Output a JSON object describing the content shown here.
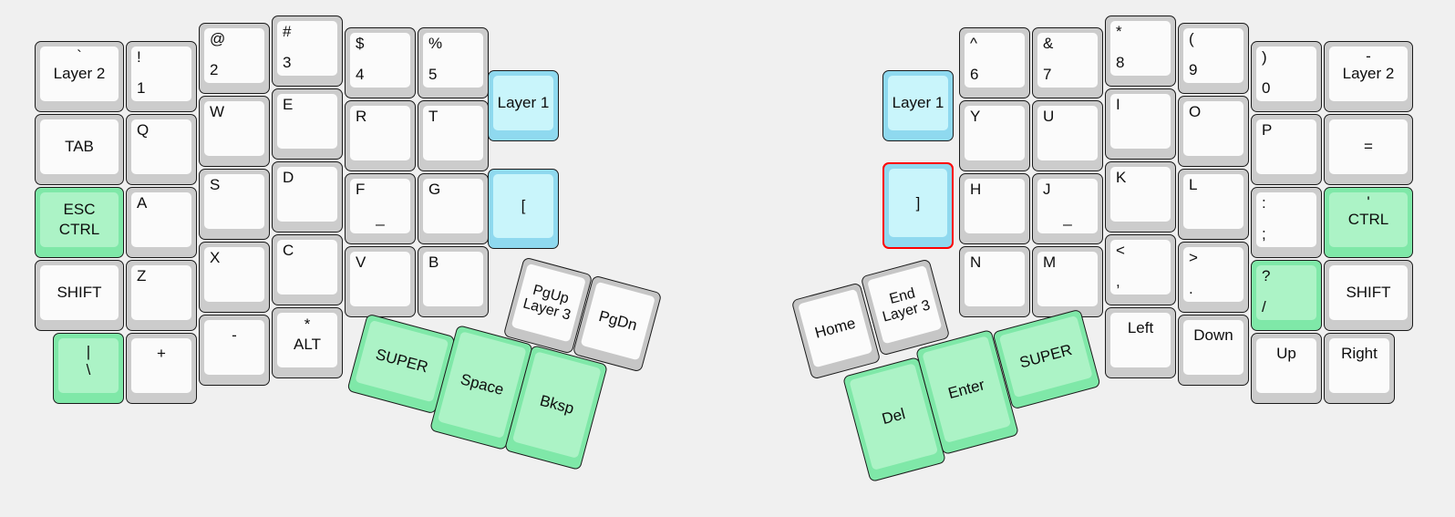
{
  "meta": {
    "title": "Split ergonomic keyboard layout",
    "background_color": "#f0f0f0"
  },
  "colors": {
    "key_skirt": "#cccccc",
    "key_cap": "#fbfbfb",
    "green_skirt": "#7fe8a8",
    "green_cap": "#acf3c6",
    "cyan_skirt": "#8fd9ef",
    "cyan_cap": "#c9f5fb",
    "selection_border": "#ff0000",
    "legend": "#0d0d0d"
  },
  "left_half": {
    "name": "left-keyboard-half",
    "keys": [
      {
        "id": "l-c1-r1",
        "top": "`",
        "main": "Layer 2",
        "style": "plain"
      },
      {
        "id": "l-c1-r2",
        "top": "",
        "main": "TAB",
        "style": "plain"
      },
      {
        "id": "l-c1-r3",
        "top": "ESC",
        "main": "CTRL",
        "style": "green"
      },
      {
        "id": "l-c1-r4",
        "top": "",
        "main": "SHIFT",
        "style": "plain"
      },
      {
        "id": "l-c1-r5",
        "top": "|",
        "main": "\\",
        "style": "green"
      },
      {
        "id": "l-c2-r1",
        "top": "!",
        "main": "1",
        "style": "plain"
      },
      {
        "id": "l-c2-r2",
        "top": "Q",
        "main": "",
        "style": "plain"
      },
      {
        "id": "l-c2-r3",
        "top": "A",
        "main": "",
        "style": "plain"
      },
      {
        "id": "l-c2-r4",
        "top": "Z",
        "main": "",
        "style": "plain"
      },
      {
        "id": "l-c2-r5",
        "top": "",
        "main": "+",
        "style": "plain"
      },
      {
        "id": "l-c3-r1",
        "top": "@",
        "main": "2",
        "style": "plain"
      },
      {
        "id": "l-c3-r2",
        "top": "W",
        "main": "",
        "style": "plain"
      },
      {
        "id": "l-c3-r3",
        "top": "S",
        "main": "",
        "style": "plain"
      },
      {
        "id": "l-c3-r4",
        "top": "X",
        "main": "",
        "style": "plain"
      },
      {
        "id": "l-c3-r5",
        "top": "",
        "main": "-",
        "style": "plain"
      },
      {
        "id": "l-c4-r1",
        "top": "#",
        "main": "3",
        "style": "plain"
      },
      {
        "id": "l-c4-r2",
        "top": "E",
        "main": "",
        "style": "plain"
      },
      {
        "id": "l-c4-r3",
        "top": "D",
        "main": "",
        "style": "plain"
      },
      {
        "id": "l-c4-r4",
        "top": "C",
        "main": "",
        "style": "plain"
      },
      {
        "id": "l-c4-r5",
        "top": "*",
        "main": "ALT",
        "style": "plain"
      },
      {
        "id": "l-c5-r1",
        "top": "$",
        "main": "4",
        "style": "plain"
      },
      {
        "id": "l-c5-r2",
        "top": "R",
        "main": "",
        "style": "plain"
      },
      {
        "id": "l-c5-r3",
        "top": "F",
        "main": "",
        "style": "plain",
        "homing": "_"
      },
      {
        "id": "l-c5-r4",
        "top": "V",
        "main": "",
        "style": "plain"
      },
      {
        "id": "l-c6-r1",
        "top": "%",
        "main": "5",
        "style": "plain"
      },
      {
        "id": "l-c6-r2",
        "top": "T",
        "main": "",
        "style": "plain"
      },
      {
        "id": "l-c6-r3",
        "top": "G",
        "main": "",
        "style": "plain"
      },
      {
        "id": "l-c6-r4",
        "top": "B",
        "main": "",
        "style": "plain"
      },
      {
        "id": "l-c7-r1",
        "top": "",
        "main": "Layer 1",
        "style": "cyan"
      },
      {
        "id": "l-c7-r2",
        "top": "",
        "main": "[",
        "style": "cyan"
      }
    ],
    "thumb_keys": [
      {
        "id": "l-thumb-super",
        "label": "SUPER",
        "style": "green"
      },
      {
        "id": "l-thumb-pgup",
        "label": "PgUp\nLayer 3",
        "style": "plain"
      },
      {
        "id": "l-thumb-pgdn",
        "label": "PgDn",
        "style": "plain"
      },
      {
        "id": "l-thumb-space",
        "label": "Space",
        "style": "green"
      },
      {
        "id": "l-thumb-bksp",
        "label": "Bksp",
        "style": "green"
      }
    ]
  },
  "right_half": {
    "name": "right-keyboard-half",
    "keys": [
      {
        "id": "r-c1-r1",
        "top": "",
        "main": "Layer 1",
        "style": "cyan"
      },
      {
        "id": "r-c1-r2",
        "top": "",
        "main": "]",
        "style": "cyan",
        "selected": true
      },
      {
        "id": "r-c2-r1",
        "top": "^",
        "main": "6",
        "style": "plain"
      },
      {
        "id": "r-c2-r2",
        "top": "Y",
        "main": "",
        "style": "plain"
      },
      {
        "id": "r-c2-r3",
        "top": "H",
        "main": "",
        "style": "plain"
      },
      {
        "id": "r-c2-r4",
        "top": "N",
        "main": "",
        "style": "plain"
      },
      {
        "id": "r-c3-r1",
        "top": "&",
        "main": "7",
        "style": "plain"
      },
      {
        "id": "r-c3-r2",
        "top": "U",
        "main": "",
        "style": "plain"
      },
      {
        "id": "r-c3-r3",
        "top": "J",
        "main": "",
        "style": "plain",
        "homing": "_"
      },
      {
        "id": "r-c3-r4",
        "top": "M",
        "main": "",
        "style": "plain"
      },
      {
        "id": "r-c4-r1",
        "top": "*",
        "main": "8",
        "style": "plain"
      },
      {
        "id": "r-c4-r2",
        "top": "I",
        "main": "",
        "style": "plain"
      },
      {
        "id": "r-c4-r3",
        "top": "K",
        "main": "",
        "style": "plain"
      },
      {
        "id": "r-c4-r4",
        "top": "<",
        "main": ",",
        "style": "plain"
      },
      {
        "id": "r-c4-r5",
        "top": "",
        "main": "Left",
        "style": "plain"
      },
      {
        "id": "r-c5-r1",
        "top": "(",
        "main": "9",
        "style": "plain"
      },
      {
        "id": "r-c5-r2",
        "top": "O",
        "main": "",
        "style": "plain"
      },
      {
        "id": "r-c5-r3",
        "top": "L",
        "main": "",
        "style": "plain"
      },
      {
        "id": "r-c5-r4",
        "top": ">",
        "main": ".",
        "style": "plain"
      },
      {
        "id": "r-c5-r5",
        "top": "",
        "main": "Down",
        "style": "plain"
      },
      {
        "id": "r-c6-r1",
        "top": ")",
        "main": "0",
        "style": "plain"
      },
      {
        "id": "r-c6-r2",
        "top": "P",
        "main": "",
        "style": "plain"
      },
      {
        "id": "r-c6-r3",
        "top": ":",
        "main": ";",
        "style": "plain"
      },
      {
        "id": "r-c6-r4",
        "top": "?",
        "main": "/",
        "style": "green"
      },
      {
        "id": "r-c6-r5",
        "top": "",
        "main": "Up",
        "style": "plain"
      },
      {
        "id": "r-c7-r1",
        "top": "-",
        "main": "Layer 2",
        "style": "plain"
      },
      {
        "id": "r-c7-r2",
        "top": "",
        "main": "=",
        "style": "plain"
      },
      {
        "id": "r-c7-r3",
        "top": "'",
        "main": "CTRL",
        "style": "green"
      },
      {
        "id": "r-c7-r4",
        "top": "",
        "main": "SHIFT",
        "style": "plain"
      },
      {
        "id": "r-c7-r5",
        "top": "",
        "main": "Right",
        "style": "plain"
      }
    ],
    "thumb_keys": [
      {
        "id": "r-thumb-home",
        "label": "Home",
        "style": "plain"
      },
      {
        "id": "r-thumb-end",
        "label": "End\nLayer 3",
        "style": "plain"
      },
      {
        "id": "r-thumb-del",
        "label": "Del",
        "style": "green"
      },
      {
        "id": "r-thumb-enter",
        "label": "Enter",
        "style": "green"
      },
      {
        "id": "r-thumb-super",
        "label": "SUPER",
        "style": "green"
      }
    ]
  }
}
